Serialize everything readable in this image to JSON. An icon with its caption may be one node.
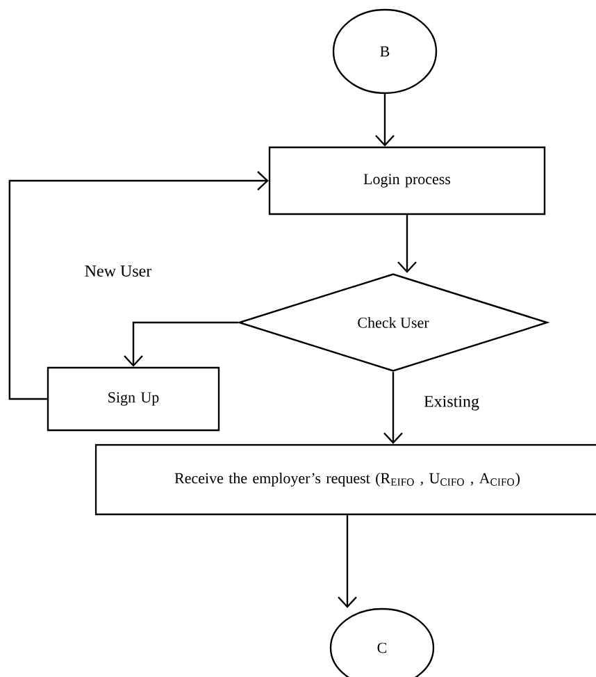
{
  "diagram": {
    "nodes": [
      {
        "text": [
          "B"
        ]
      },
      {
        "text": [
          "Login process"
        ]
      },
      {
        "text": [
          "Check User"
        ]
      },
      {
        "text": [
          "Sign Up"
        ]
      },
      {
        "text": [
          "Receive the employer’s request (R$_{EIFO}$ , U$_{CIFO}$ , A$_{CIFO}$)"
        ]
      },
      {
        "text": [
          "C"
        ]
      }
    ],
    "edges": [
      {
        "from": 0,
        "to": 1,
        "arrow": "to"
      },
      {
        "from": 1,
        "to": 2,
        "arrow": "to"
      },
      {
        "from": 2,
        "to": 3,
        "arrow": "to",
        "label": "New User"
      },
      {
        "from": 3,
        "to": 1,
        "arrow": "to"
      },
      {
        "from": 2,
        "to": 4,
        "arrow": "to",
        "label": "Existing"
      },
      {
        "from": 4,
        "to": 5,
        "arrow": "to"
      }
    ]
  }
}
